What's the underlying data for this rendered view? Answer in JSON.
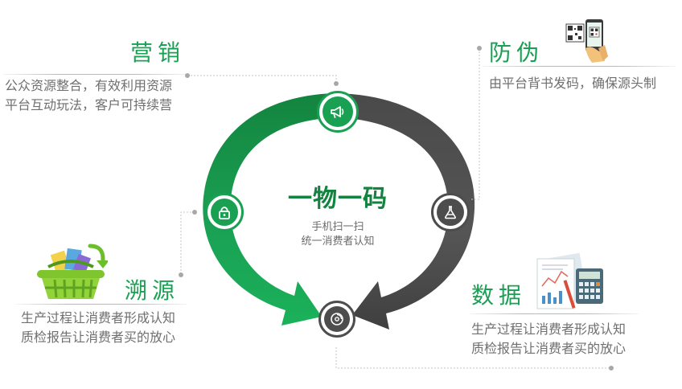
{
  "center": {
    "title": "一物一码",
    "subtitle_line1": "手机扫一扫",
    "subtitle_line2": "统一消费者认知"
  },
  "sections": {
    "marketing": {
      "title": "营销",
      "line1": "公众资源整合，有效利用资源",
      "line2": "平台互动玩法，客户可持续营"
    },
    "anti_counterfeit": {
      "title": "防伪",
      "line1": "由平台背书发码，确保源头制"
    },
    "traceability": {
      "title": "溯源",
      "line1": "生产过程让消费者形成认知",
      "line2": "质检报告让消费者买的放心"
    },
    "data": {
      "title": "数据",
      "line1": "生产过程让消费者形成认知",
      "line2": "质检报告让消费者买的放心"
    }
  },
  "icons": {
    "top_node": "megaphone-icon",
    "left_node": "lock-icon",
    "right_node": "flask-icon",
    "bottom_node": "disc-icon",
    "phone_qr": "phone-qr-icon",
    "basket": "basket-icon",
    "report": "report-calculator-icon"
  },
  "colors": {
    "green": "#1aa053",
    "dark_green": "#13843f",
    "dark_gray": "#4d4d4d",
    "text_gray": "#6f6f6f"
  }
}
